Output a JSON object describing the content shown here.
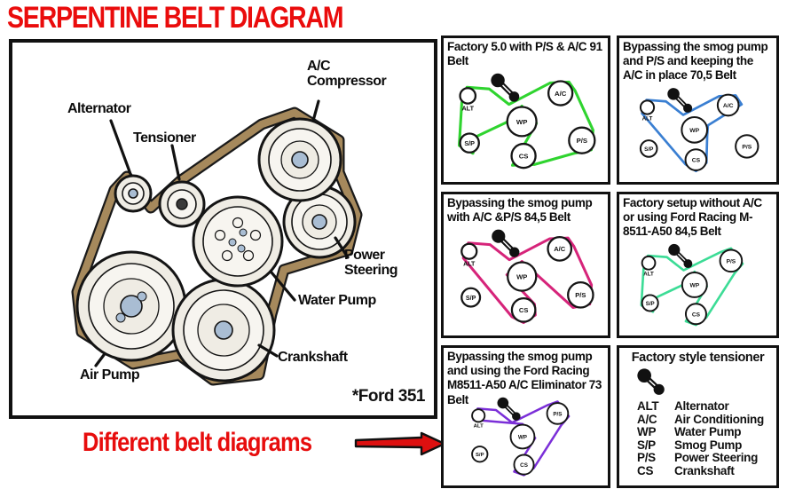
{
  "title": "SERPENTINE BELT DIAGRAM",
  "caption": "Different belt diagrams",
  "main_diagram": {
    "footnote": "*Ford 351",
    "labels": {
      "alternator": "Alternator",
      "tensioner": "Tensioner",
      "ac_compressor": "A/C Compressor",
      "power_steering": "Power Steering",
      "water_pump": "Water Pump",
      "crankshaft": "Crankshaft",
      "air_pump": "Air Pump"
    }
  },
  "abbr": {
    "alt": "ALT",
    "ac": "A/C",
    "wp": "WP",
    "sp": "S/P",
    "cs": "CS",
    "ps": "P/S"
  },
  "panels": [
    {
      "title": "Factory 5.0 with P/S & A/C 91 Belt",
      "belt_color": "#2fd42f"
    },
    {
      "title": "Bypassing the smog pump and P/S and keeping the A/C in place 70,5 Belt",
      "belt_color": "#3a7fd2"
    },
    {
      "title": "Bypassing the smog pump with A/C &P/S 84,5 Belt",
      "belt_color": "#d6247a"
    },
    {
      "title": "Factory setup without A/C or using Ford Racing M-8511-A50 84,5 Belt",
      "belt_color": "#3cdc96"
    },
    {
      "title": "Bypassing the smog pump and using the Ford Racing M8511-A50 A/C Eliminator 73 Belt",
      "belt_color": "#7b2fd8"
    }
  ],
  "legend": {
    "title": "Factory style tensioner",
    "entries": [
      {
        "abbr": "ALT",
        "name": "Alternator"
      },
      {
        "abbr": "A/C",
        "name": "Air Conditioning"
      },
      {
        "abbr": "WP",
        "name": "Water Pump"
      },
      {
        "abbr": "S/P",
        "name": "Smog Pump"
      },
      {
        "abbr": "P/S",
        "name": "Power Steering"
      },
      {
        "abbr": "CS",
        "name": "Crankshaft"
      }
    ]
  },
  "colors": {
    "title_red": "#ea0c0c",
    "belt_main": "#a6895c"
  }
}
